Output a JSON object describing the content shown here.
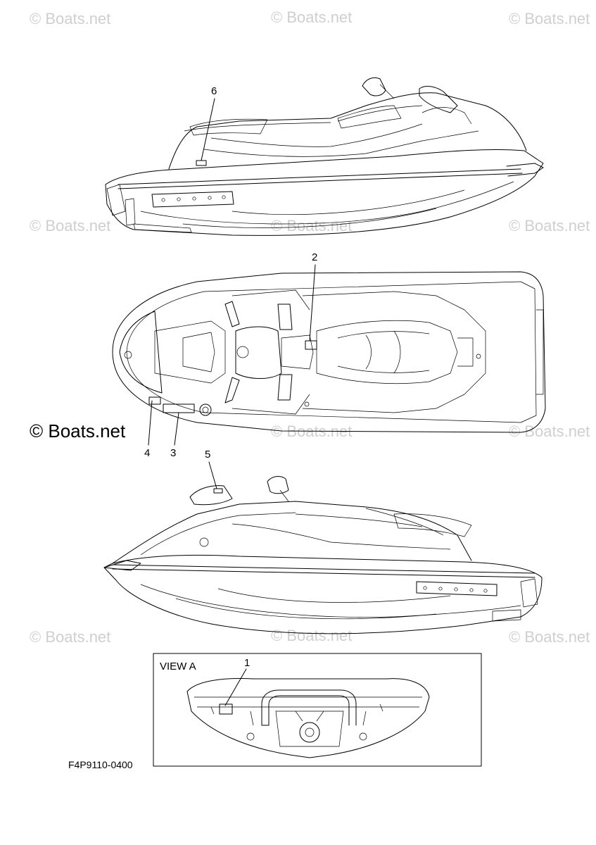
{
  "watermark": "© Boats.net",
  "watermark_main": "© Boats.net",
  "callouts": {
    "c1": "1",
    "c2": "2",
    "c3": "3",
    "c4": "4",
    "c5": "5",
    "c6": "6"
  },
  "view_label": "VIEW A",
  "part_code": "F4P9110-0400"
}
